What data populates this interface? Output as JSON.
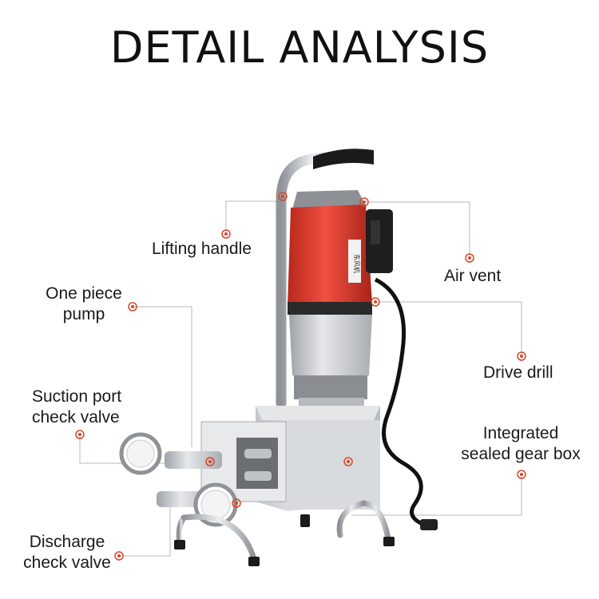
{
  "title": "DETAIL ANALYSIS",
  "labels": {
    "lifting_handle": "Lifting handle",
    "air_vent": "Air vent",
    "one_piece_pump": "One piece\npump",
    "drive_drill": "Drive drill",
    "suction_port": "Suction port\ncheck valve",
    "gear_box": "Integrated\nsealed gear box",
    "discharge": "Discharge\ncheck valve"
  },
  "colors": {
    "accent": "#d9472b",
    "motor_red": "#e23d2d",
    "metal": "#c9ccd0",
    "leader_line": "#b8b8b8"
  },
  "image": "grouting-pump-machine-photo"
}
